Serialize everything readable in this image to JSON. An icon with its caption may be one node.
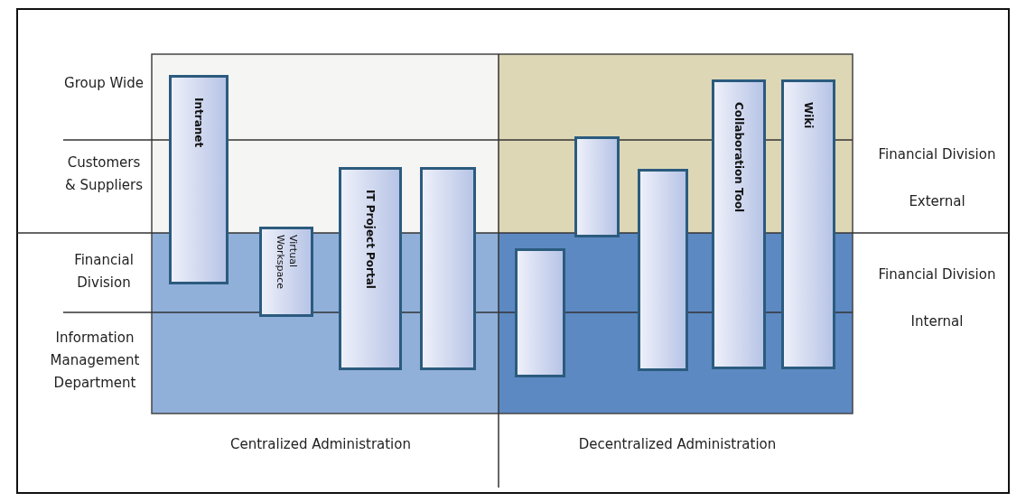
{
  "diagram": {
    "nodes": [
      {
        "text": [
          "Intranet"
        ]
      },
      {
        "text": [
          "Virtual Workspace"
        ]
      },
      {
        "text": [
          "IT Project Portal"
        ]
      },
      {
        "text": [],
        "shape": "box"
      },
      {
        "text": [],
        "shape": "box"
      },
      {
        "text": [],
        "shape": "box"
      },
      {
        "text": [],
        "shape": "box"
      },
      {
        "text": [
          "Collaboration Tool"
        ]
      },
      {
        "text": [
          "Wiki"
        ]
      }
    ],
    "edges": [],
    "labels": [
      "Group Wide",
      "Customers & Suppliers",
      "Financial Division",
      "Information Management Department",
      "Financial Division External",
      "Financial Division Internal",
      "Centralized Administration",
      "Decentralized Administration"
    ]
  }
}
